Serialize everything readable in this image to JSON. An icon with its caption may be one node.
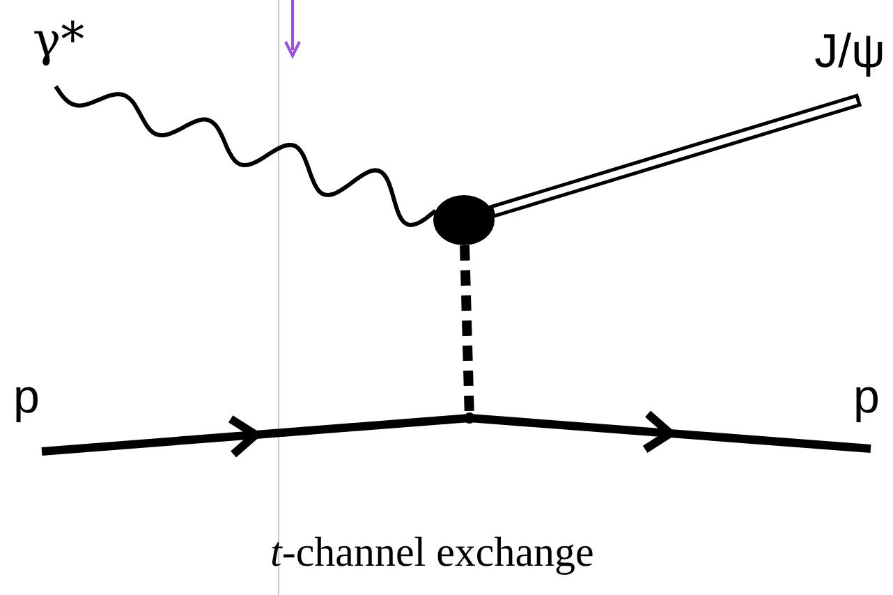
{
  "diagram": {
    "nodes": [
      {
        "text": [
          "γ*"
        ]
      },
      {
        "text": [
          "J/ψ"
        ]
      },
      {
        "text": [
          "p"
        ]
      },
      {
        "text": [
          "p"
        ]
      },
      {
        "text": [],
        "shape": "ellipse"
      },
      {
        "text": [],
        "shape": "point"
      }
    ],
    "edges": [
      {
        "from": 0,
        "to": 4,
        "arrow": "none"
      },
      {
        "from": 4,
        "to": 1,
        "arrow": "none"
      },
      {
        "from": 4,
        "to": 5,
        "arrow": "none",
        "style": "dashed"
      },
      {
        "from": 2,
        "to": 5,
        "arrow": "to"
      },
      {
        "from": 5,
        "to": 3,
        "arrow": "to"
      }
    ],
    "labels": [
      "*t*-channel exchange"
    ]
  }
}
